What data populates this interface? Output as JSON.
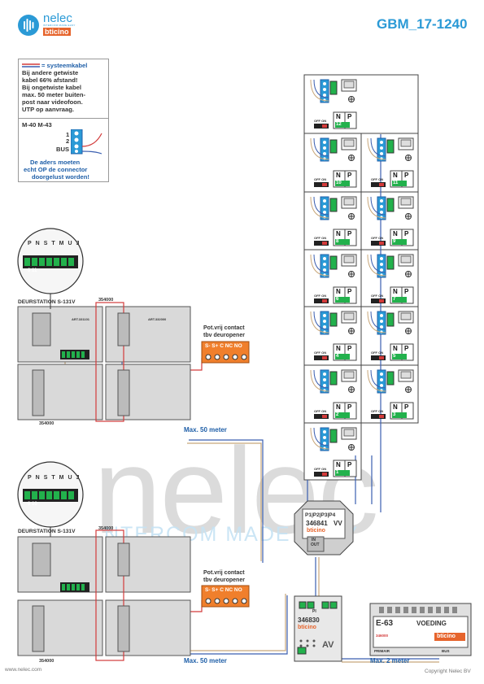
{
  "header": {
    "logo_name": "nelec",
    "logo_tagline": "INTERCOM MADE EASY",
    "logo_brand": "bticino",
    "doc_code": "GBM_17-1240"
  },
  "note": {
    "line1": "= systeemkabel",
    "line2": "Bij andere getwiste",
    "line3": "kabel 66% afstand!",
    "line4": "Bij ongetwiste kabel",
    "line5": "max. 50 meter buiten-",
    "line6": "post naar videofoon.",
    "line7": "UTP op aanvraag.",
    "connector_title": "M-40 M-43",
    "pin1": "1",
    "pin2": "2",
    "pin_bus": "BUS",
    "warning1": "De aders moeten",
    "warning2": "echt OP de connector",
    "warning3": "doorgelust worden!"
  },
  "door_station_1": {
    "title": "DEURSTATION S-131V",
    "module_top": "354000",
    "module_bottom": "354000",
    "dip_labels": [
      "P",
      "N",
      "S",
      "T",
      "M",
      "U",
      "J",
      "1",
      "2"
    ],
    "dip_values": "0 11",
    "art_left": "ART.331101",
    "art_right": "ART.332000"
  },
  "door_station_2": {
    "title": "DEURSTATION S-131V",
    "module_top": "354000",
    "module_bottom": "354000",
    "dip_labels": [
      "P",
      "N",
      "S",
      "T",
      "M",
      "U",
      "J",
      "1",
      "2"
    ],
    "dip_values": "0 10"
  },
  "contact_1": {
    "label1": "Pot.vrij contact",
    "label2": "tbv deuropener",
    "terms": "S-  S+ C  NC NO"
  },
  "contact_2": {
    "label1": "Pot.vrij contact",
    "label2": "tbv deuropener",
    "terms": "S-  S+ C  NC NO"
  },
  "distances": {
    "d1": "Max. 50 meter",
    "d2": "Max. 50 meter",
    "d3": "Max. 2 meter"
  },
  "distributor": {
    "ports": [
      "P1",
      "P2",
      "P3",
      "P4"
    ],
    "code": "346841",
    "suffix": "VV",
    "brand": "bticino",
    "in": "IN",
    "out": "OUT"
  },
  "av_interface": {
    "code": "346830",
    "brand": "bticino",
    "pi": "PI",
    "av": "AV"
  },
  "power": {
    "model": "E-63",
    "label": "VOEDING",
    "code": "346000",
    "brand": "bticino",
    "primair": "PRIMAIR",
    "bus": "BUS"
  },
  "panels": {
    "np_label_n": "N",
    "np_label_p": "P",
    "offon": "OFF ON",
    "numbers": [
      "12",
      "10",
      "11",
      "8",
      "9",
      "6",
      "7",
      "4",
      "5",
      "2",
      "3",
      "1"
    ]
  },
  "footer": {
    "website": "www.nelec.com",
    "copyright": "Copyright Nelec BV"
  },
  "colors": {
    "accent": "#2b9ad6",
    "brand_orange": "#e6642c",
    "cable_red": "#d33b3b",
    "cable_blue": "#3b5fb0",
    "cable_tan": "#c8a77a",
    "terminal_green": "#22b14c"
  }
}
